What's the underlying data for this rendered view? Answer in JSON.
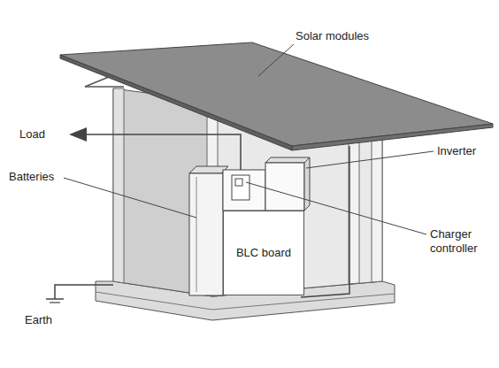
{
  "diagram": {
    "nodes": [
      {
        "text": [
          "BLC board"
        ]
      }
    ],
    "labels": [
      "Solar modules",
      "Load",
      "Inverter",
      "Batteries",
      "Charger controller",
      "Earth"
    ]
  }
}
